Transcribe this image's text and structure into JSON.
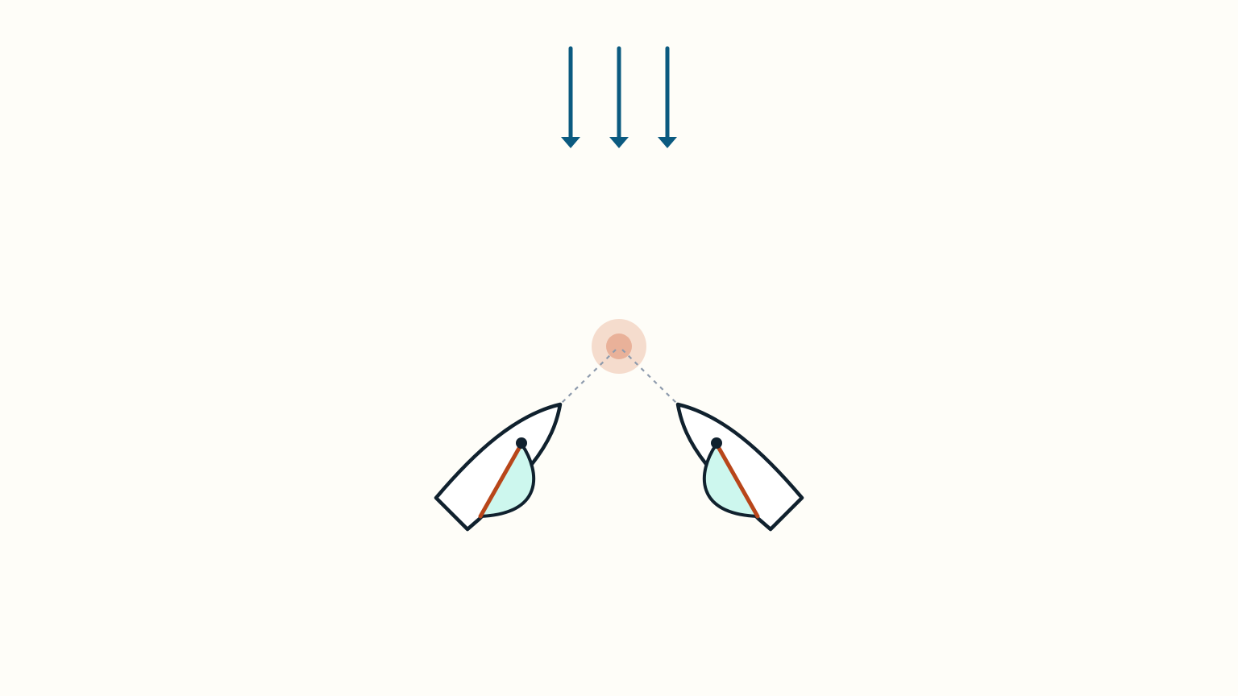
{
  "colors": {
    "background": "#fefdf8",
    "wind_arrow": "#0b5a80",
    "hull_outline": "#10212e",
    "hull_fill": "#ffffff",
    "sail_fill": "#cdf7ee",
    "boom": "#b8461a",
    "mark_outer": "#f5dccd",
    "mark_inner": "#e9b199",
    "laylines": "#8e9bad"
  },
  "diagram": {
    "wind_arrows": 3,
    "wind_direction": "down",
    "boats": [
      {
        "id": "port-boat",
        "heading": "up-right"
      },
      {
        "id": "starboard-boat",
        "heading": "up-left"
      }
    ],
    "mark": "windward-mark",
    "laylines": "dashed"
  }
}
